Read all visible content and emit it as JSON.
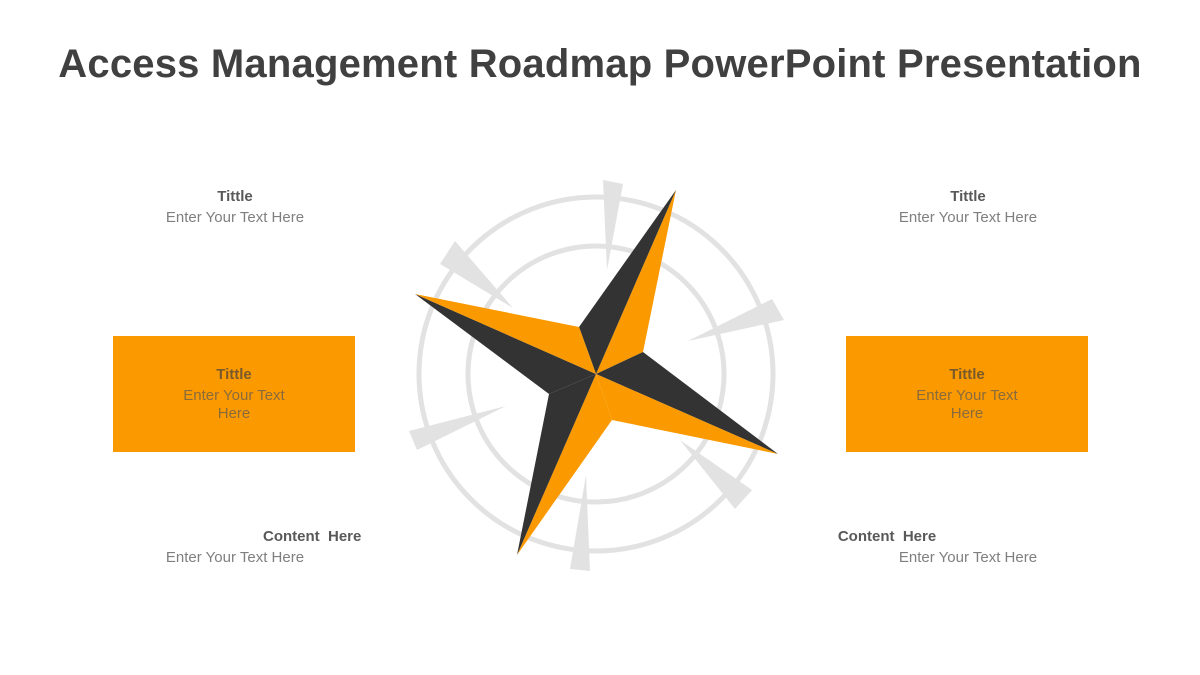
{
  "slide": {
    "title": "Access Management Roadmap PowerPoint Presentation"
  },
  "top_left": {
    "title": "Tittle",
    "text": "Enter Your Text Here"
  },
  "top_right": {
    "title": "Tittle",
    "text": "Enter Your Text Here"
  },
  "box_left": {
    "title": "Tittle",
    "text": "Enter Your Text Here"
  },
  "box_right": {
    "title": "Tittle",
    "text": "Enter Your Text Here"
  },
  "bottom_left": {
    "title": "Content  Here",
    "text": "Enter Your Text Here"
  },
  "bottom_right": {
    "title": "Content  Here",
    "text": "Enter Your Text Here"
  },
  "colors": {
    "accent": "#fb9a00",
    "dark": "#333333",
    "ring": "#e2e2e2",
    "title": "#404040"
  },
  "icons": {
    "center": "compass-star-icon"
  }
}
